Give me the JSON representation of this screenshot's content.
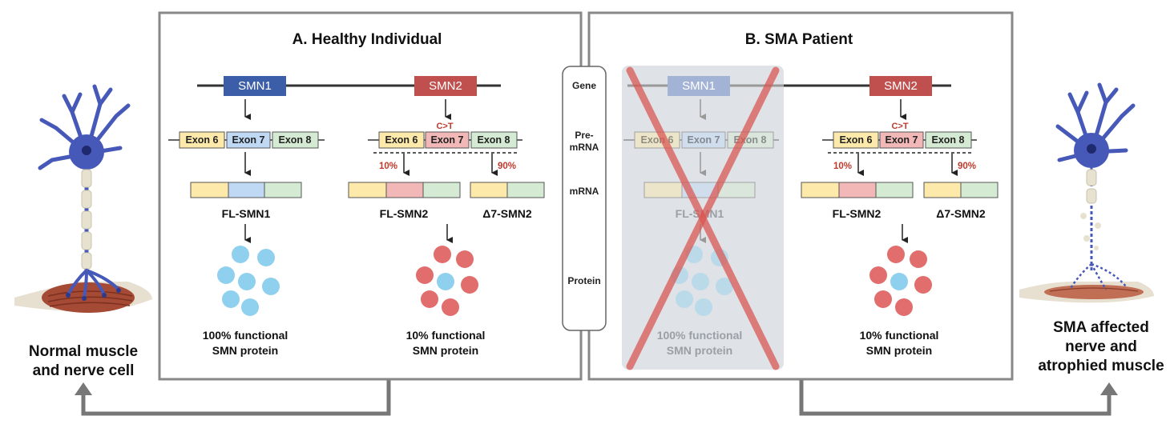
{
  "panel_a": {
    "title": "A. Healthy Individual",
    "gene1": "SMN1",
    "gene2": "SMN2",
    "exons": [
      "Exon 6",
      "Exon 7",
      "Exon 8"
    ],
    "mutation": "C>T",
    "pct_10": "10%",
    "pct_90": "90%",
    "iso_fl1": "FL-SMN1",
    "iso_fl2": "FL-SMN2",
    "iso_d7": "Δ7-SMN2",
    "func1_line1": "100% functional",
    "func1_line2": "SMN protein",
    "func2_line1": "10% functional",
    "func2_line2": "SMN protein"
  },
  "panel_b": {
    "title": "B. SMA Patient",
    "gene1": "SMN1",
    "gene2": "SMN2",
    "exons": [
      "Exon 6",
      "Exon 7",
      "Exon 8"
    ],
    "mutation": "C>T",
    "pct_10": "10%",
    "pct_90": "90%",
    "iso_fl1": "FL-SMN1",
    "iso_fl2": "FL-SMN2",
    "iso_d7": "Δ7-SMN2",
    "func1_line1": "100% functional",
    "func1_line2": "SMN protein",
    "func2_line1": "10% functional",
    "func2_line2": "SMN protein"
  },
  "stages": {
    "gene": "Gene",
    "premrna_line1": "Pre-",
    "premrna_line2": "mRNA",
    "mrna": "mRNA",
    "protein": "Protein"
  },
  "left_caption": {
    "line1": "Normal muscle",
    "line2": "and nerve cell"
  },
  "right_caption": {
    "line1": "SMA affected",
    "line2": "nerve and",
    "line3": "atrophied muscle"
  },
  "colors": {
    "smn1": "#3c5ea8",
    "smn2": "#c0504d",
    "exon6": "#fde9a9",
    "exon7_normal": "#bfd9f4",
    "exon7_mutant": "#f2b8b8",
    "exon8": "#d5ead2",
    "protein_blue": "#8fd0ee",
    "protein_red": "#e26d6d",
    "cross": "#d9534f",
    "neuron": "#4759b8"
  }
}
